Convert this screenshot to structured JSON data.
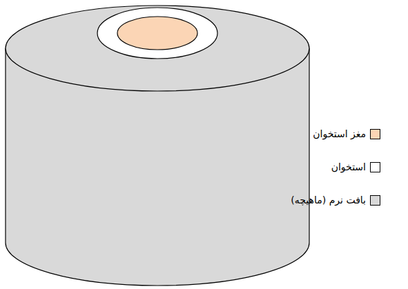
{
  "diagram": {
    "legend": [
      {
        "text": "مغز استخوان",
        "color": "#fbd5b5"
      },
      {
        "text": "استخوان",
        "color": "#ffffff"
      },
      {
        "text": "بافت نرم (ماهیچه)",
        "color": "#d9d9d9"
      }
    ]
  }
}
